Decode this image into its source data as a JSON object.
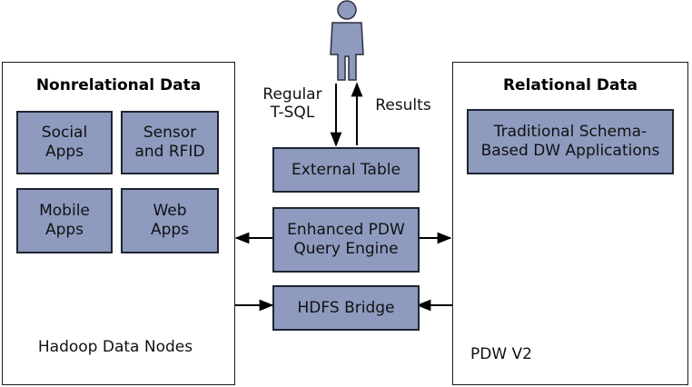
{
  "user_icon": "person-icon",
  "left_panel": {
    "title": "Nonrelational Data",
    "apps": [
      "Social\nApps",
      "Sensor\nand RFID",
      "Mobile\nApps",
      "Web\nApps"
    ],
    "nodes_label": "Hadoop Data Nodes"
  },
  "right_panel": {
    "title": "Relational Data",
    "dw_box": "Traditional Schema-\nBased DW Applications",
    "pdw_label": "PDW V2"
  },
  "center": {
    "query_label": "Regular\nT-SQL",
    "results_label": "Results",
    "external_table": "External Table",
    "engine": "Enhanced PDW\nQuery Engine",
    "bridge": "HDFS Bridge"
  },
  "colors": {
    "box_fill": "#8e9bbf",
    "db_fill": "#9aa3c2",
    "db_stroke": "#3a3f52",
    "line": "#000000"
  },
  "icons": [
    "database-icon",
    "person-icon",
    "arrow-icon"
  ]
}
